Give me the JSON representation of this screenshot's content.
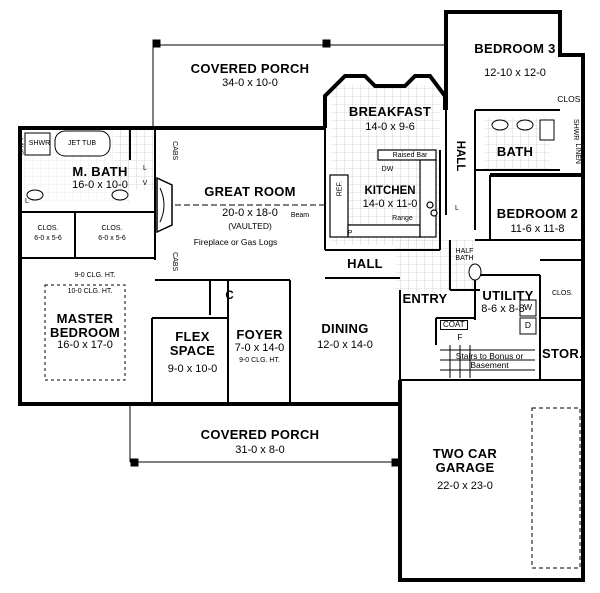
{
  "rooms": {
    "covered_porch_rear": {
      "name": "COVERED PORCH",
      "dim": "34-0 x 10-0"
    },
    "bedroom3": {
      "name": "BEDROOM 3",
      "dim": "12-10 x 12-0"
    },
    "clos_b3": {
      "name": "CLOS."
    },
    "breakfast": {
      "name": "BREAKFAST",
      "dim": "14-0 x 9-6"
    },
    "m_bath": {
      "name": "M. BATH",
      "dim": "16-0 x 10-0"
    },
    "shwr": {
      "name": "SHWR"
    },
    "lavs": {
      "name": "LAVS"
    },
    "jet_tub": {
      "name": "JET TUB"
    },
    "great_room": {
      "name": "GREAT ROOM",
      "dim": "20-0 x 18-0",
      "note": "(VAULTED)",
      "fireplace": "Fireplace or Gas Logs"
    },
    "beam": {
      "name": "Beam"
    },
    "kitchen": {
      "name": "KITCHEN",
      "dim": "14-0 x 11-0",
      "raised_bar": "Raised Bar",
      "range": "Range"
    },
    "ref": {
      "name": "REF."
    },
    "dw": {
      "name": "DW"
    },
    "p": {
      "name": "P"
    },
    "hall_v": {
      "name": "HALL"
    },
    "bath": {
      "name": "BATH"
    },
    "linen": {
      "name": "LINEN"
    },
    "shwr2": {
      "name": "SHWR"
    },
    "bedroom2": {
      "name": "BEDROOM 2",
      "dim": "11-6 x 11-8"
    },
    "clos_l": {
      "name": "CLOS.",
      "dim": "6-0 x 5-6"
    },
    "clos_r": {
      "name": "CLOS.",
      "dim": "6-0 x 5-6"
    },
    "cabs_top": {
      "name": "CABS"
    },
    "cabs_bot": {
      "name": "CABS"
    },
    "v": {
      "name": "V"
    },
    "l_top": {
      "name": "L"
    },
    "l_bot": {
      "name": "L"
    },
    "l_hall": {
      "name": "L"
    },
    "hall": {
      "name": "HALL"
    },
    "half_bath": {
      "name": "HALF BATH"
    },
    "master": {
      "name": "MASTER BEDROOM",
      "dim": "16-0 x 17-0",
      "clg1": "9-0 CLG. HT.",
      "clg2": "10-0 CLG. HT."
    },
    "c": {
      "name": "C"
    },
    "entry": {
      "name": "ENTRY"
    },
    "utility": {
      "name": "UTILITY",
      "dim": "8-6 x 8-8",
      "w": "W",
      "d": "D"
    },
    "clos_u": {
      "name": "CLOS."
    },
    "coat": {
      "name": "COAT"
    },
    "f": {
      "name": "F"
    },
    "flex": {
      "name": "FLEX SPACE",
      "dim": "9-0 x 10-0"
    },
    "foyer": {
      "name": "FOYER",
      "dim": "7-0 x 14-0",
      "clg": "9-0 CLG. HT."
    },
    "dining": {
      "name": "DINING",
      "dim": "12-0 x 14-0"
    },
    "stairs": {
      "name": "Stairs to Bonus or Basement"
    },
    "stor": {
      "name": "STOR."
    },
    "covered_porch_front": {
      "name": "COVERED PORCH",
      "dim": "31-0 x 8-0"
    },
    "garage": {
      "name": "TWO CAR GARAGE",
      "dim": "22-0 x 23-0"
    }
  }
}
